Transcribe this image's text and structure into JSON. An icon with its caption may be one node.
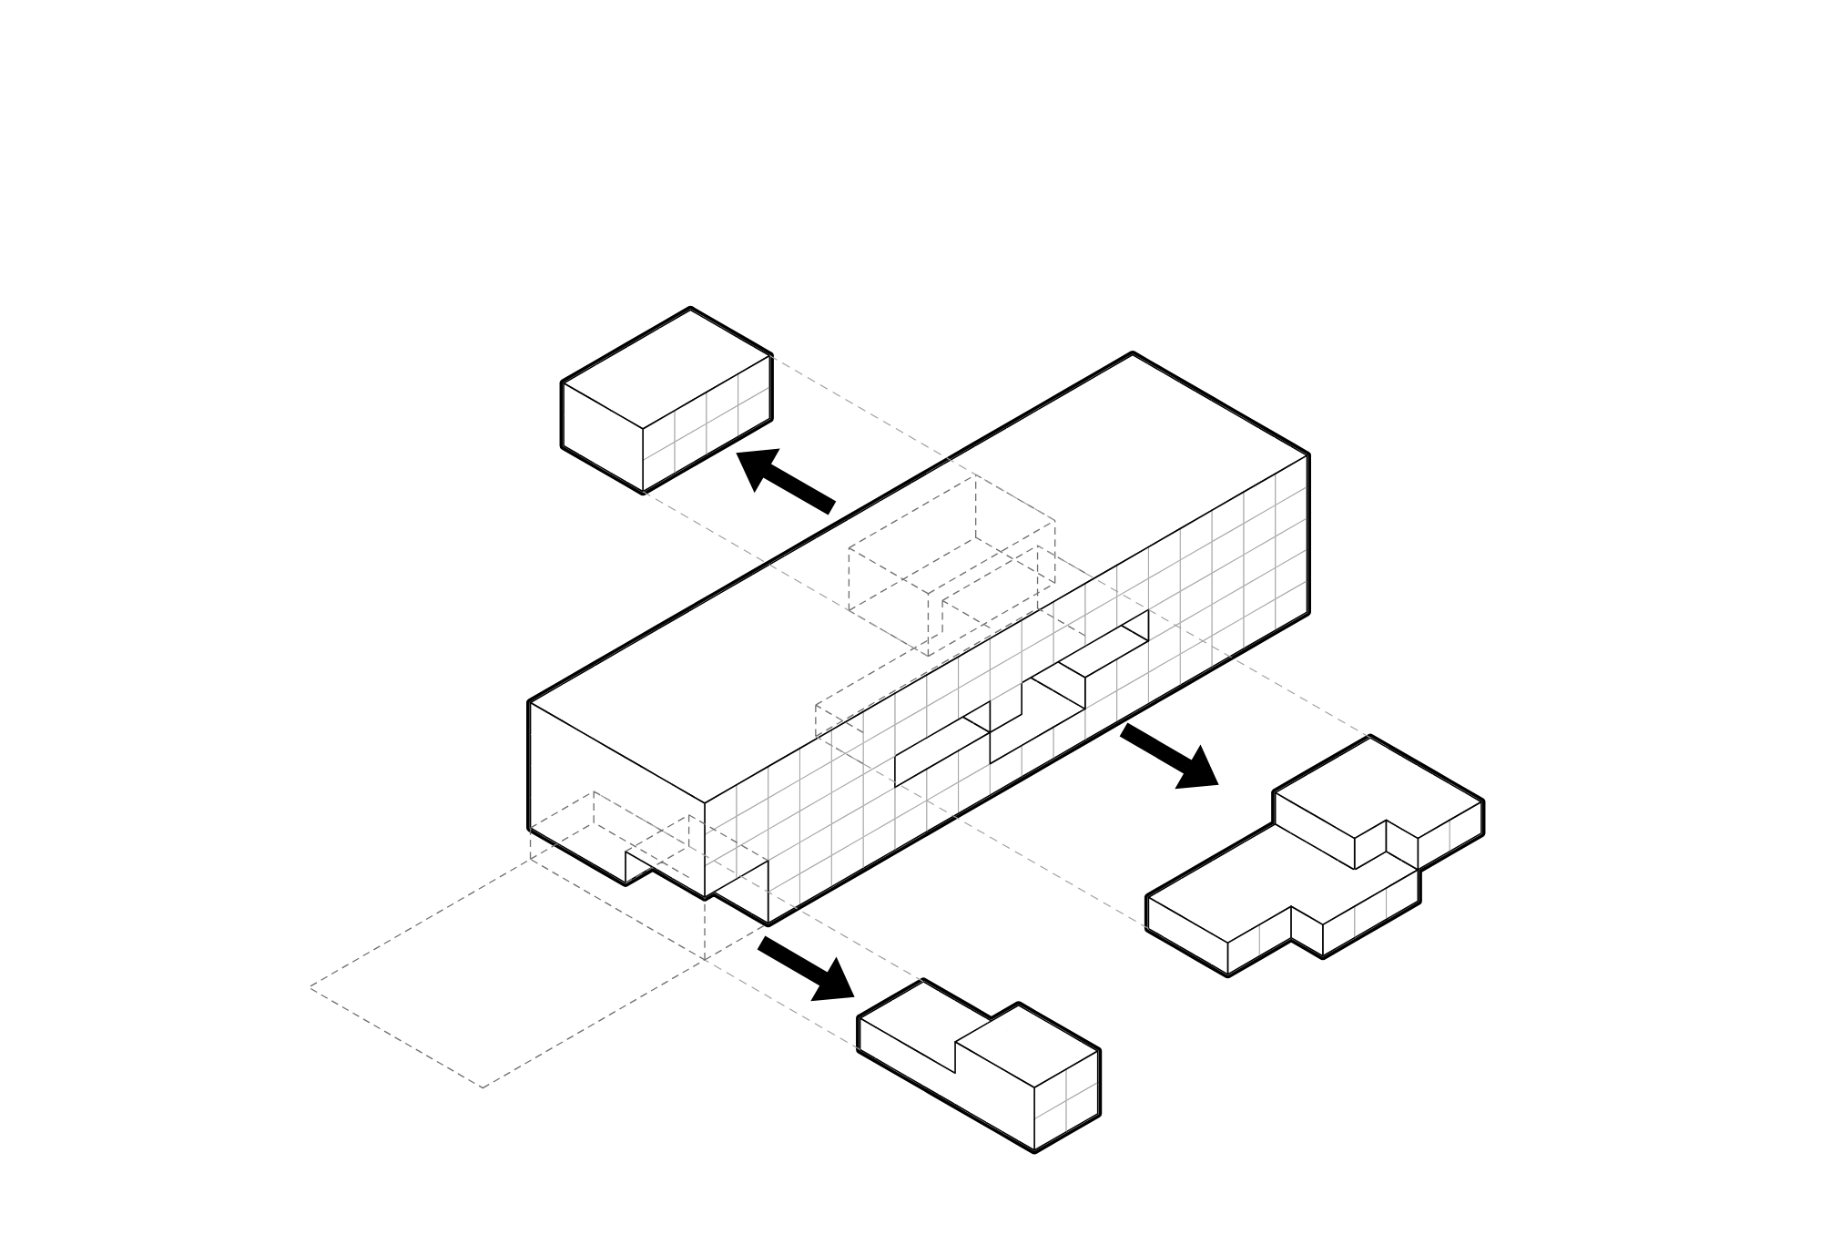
{
  "diagram": {
    "nodes": [
      {
        "text": [],
        "shape": "box"
      },
      {
        "text": [],
        "shape": "box"
      },
      {
        "text": [],
        "shape": "box"
      },
      {
        "text": [],
        "shape": "diamond"
      },
      {
        "text": [],
        "shape": "box"
      }
    ],
    "edges": [
      {
        "from": 1,
        "to": 0,
        "arrow": "to",
        "style": "thick",
        "color": "#000000"
      },
      {
        "from": 1,
        "to": 2,
        "arrow": "to",
        "style": "thick",
        "color": "#000000"
      },
      {
        "from": 1,
        "to": 4,
        "arrow": "to",
        "style": "thick",
        "color": "#000000"
      },
      {
        "from": 0,
        "to": 1,
        "arrow": "none",
        "style": "dashed"
      },
      {
        "from": 0,
        "to": 1,
        "arrow": "none",
        "style": "dashed"
      },
      {
        "from": 2,
        "to": 1,
        "arrow": "none",
        "style": "dashed"
      },
      {
        "from": 2,
        "to": 1,
        "arrow": "none",
        "style": "dashed"
      },
      {
        "from": 4,
        "to": 3,
        "arrow": "none",
        "style": "dashed"
      },
      {
        "from": 4,
        "to": 1,
        "arrow": "none",
        "style": "dashed"
      }
    ]
  }
}
